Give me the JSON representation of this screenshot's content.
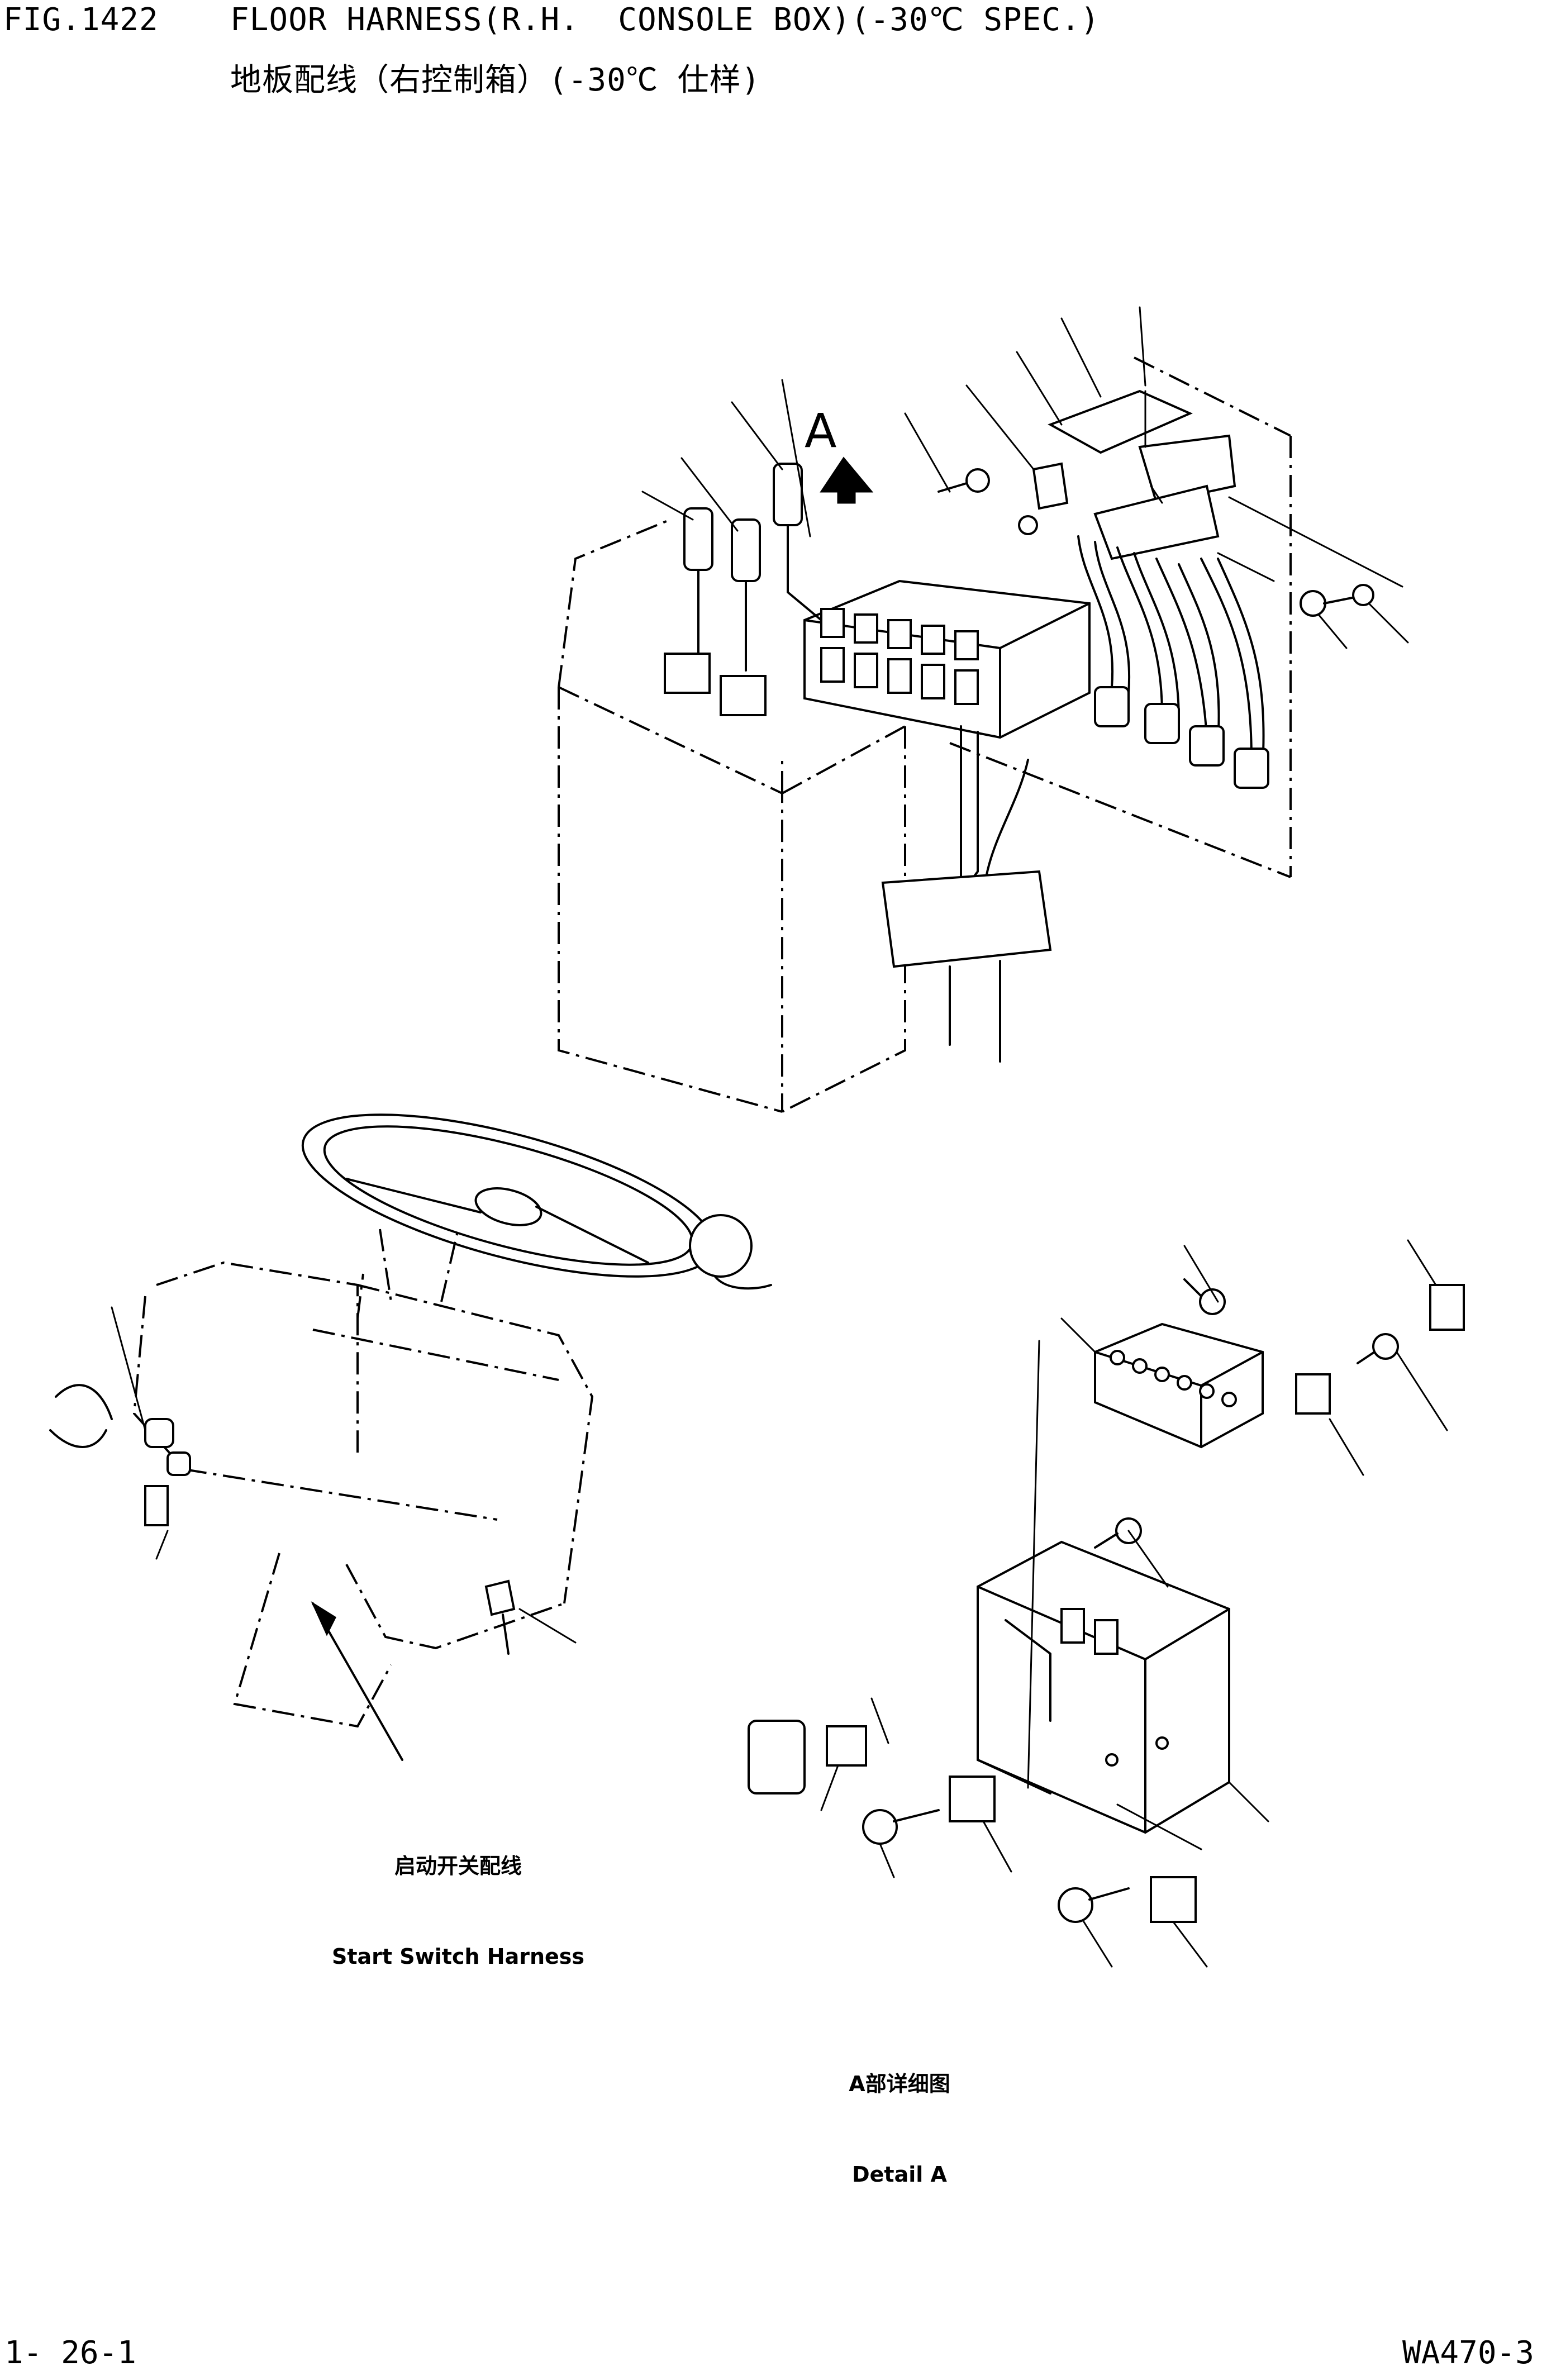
{
  "header": {
    "fig_number": "FIG.1422",
    "title_en": "FLOOR HARNESS(R.H.  CONSOLE BOX)(-30℃ SPEC.)",
    "title_cn": "地板配线（右控制箱）(-30℃ 仕样)"
  },
  "callouts": {
    "view_marker": "A"
  },
  "captions": {
    "start_switch_cn": "启动开关配线",
    "start_switch_en": "Start Switch Harness",
    "detail_a_cn": "A部详细图",
    "detail_a_en": "Detail A"
  },
  "footer": {
    "page_number": "1- 26-1",
    "model_code": "WA470-3"
  }
}
